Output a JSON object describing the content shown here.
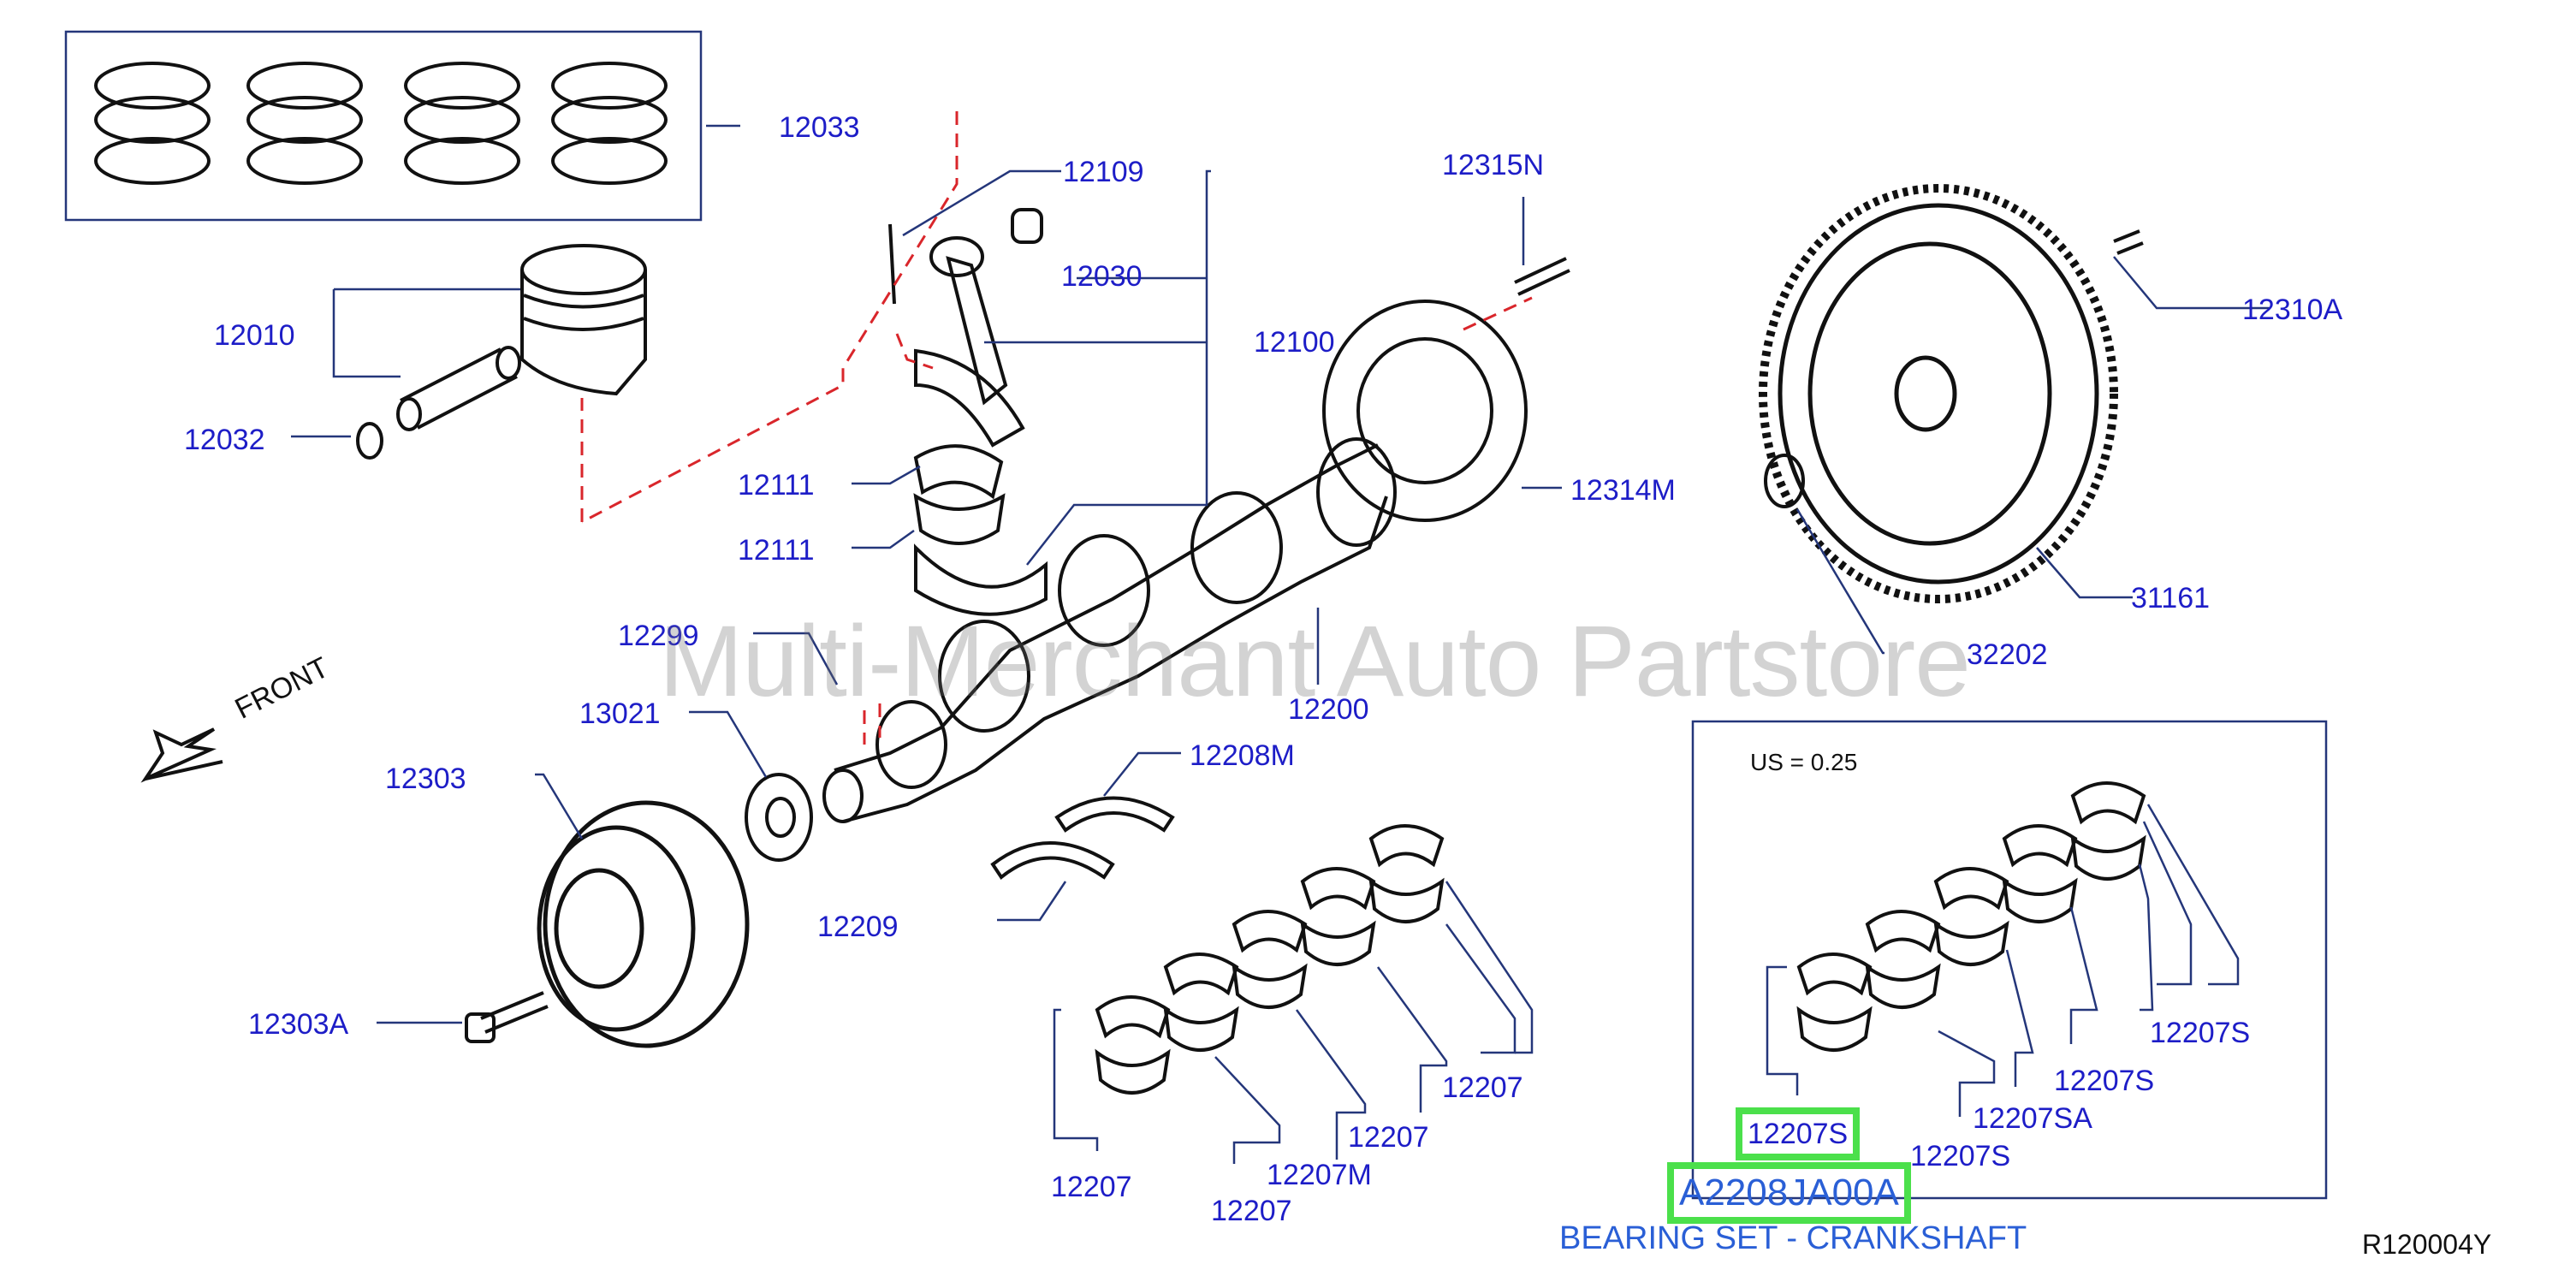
{
  "parts": {
    "p12033": "12033",
    "p12109": "12109",
    "p12030": "12030",
    "p12100": "12100",
    "p12010": "12010",
    "p12032": "12032",
    "p12111a": "12111",
    "p12111b": "12111",
    "p12299": "12299",
    "p13021": "13021",
    "p12303": "12303",
    "p12303A": "12303A",
    "p12315N": "12315N",
    "p12314M": "12314M",
    "p12200": "12200",
    "p12208M": "12208M",
    "p12209": "12209",
    "p12310A": "12310A",
    "p31161": "31161",
    "p32202": "32202",
    "p12207_1": "12207",
    "p12207_2": "12207",
    "p12207_3": "12207",
    "p12207_4": "12207",
    "p12207M": "12207M",
    "p12207S_a": "12207S",
    "p12207S_b": "12207S",
    "p12207S_c": "12207S",
    "p12207S_d": "12207S",
    "p12207SA": "12207SA"
  },
  "front_label": "FRONT",
  "undersize_note": "US  =  0.25",
  "highlight_part": "A2208JA00A",
  "highlight_desc": "BEARING SET - CRANKSHAFT",
  "ref_code": "R120004Y",
  "watermark": "Multi-Merchant Auto Partstore",
  "colors": {
    "label": "#1d1dc7",
    "highlight": "#4be04b",
    "leader": "#24367a",
    "dash": "#d9262b"
  }
}
